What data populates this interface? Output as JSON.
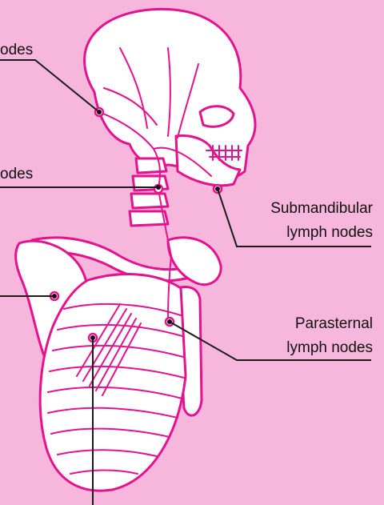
{
  "colors": {
    "background": "#f7b6dc",
    "illustration": "#e5128e",
    "leader_lines": "#1b1b1b"
  },
  "labels": {
    "occipital_partial": "odes",
    "cervical_partial": "odes",
    "submandibular_line1": "Submandibular",
    "submandibular_line2": "lymph nodes",
    "parasternal_line1": "Parasternal",
    "parasternal_line2": "lymph nodes"
  }
}
